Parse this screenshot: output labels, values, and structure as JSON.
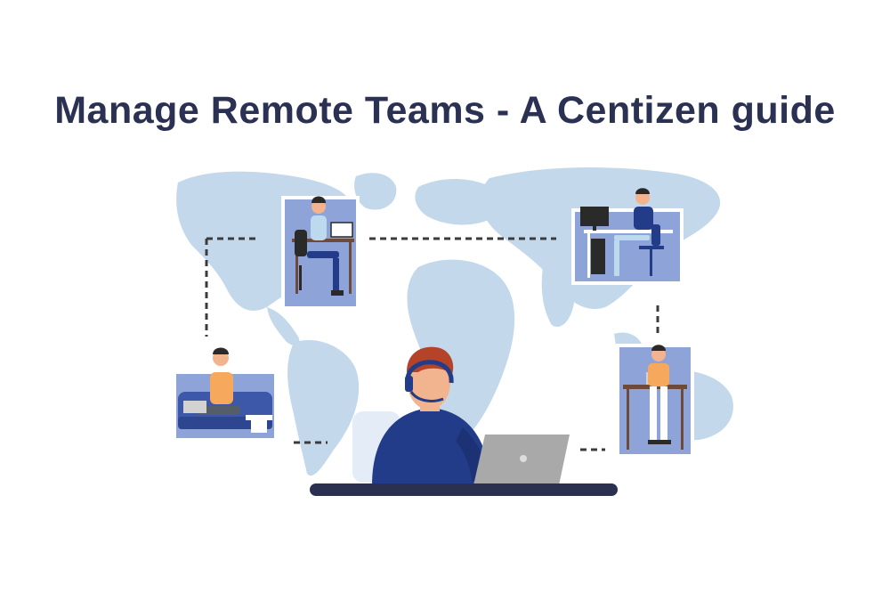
{
  "title": "Manage Remote Teams - A Centizen guide",
  "colors": {
    "title": "#2a3152",
    "map": "#c4d8ec",
    "panel": "#8ea4d8",
    "panel_border": "#ffffff",
    "connector": "#3b3b3b",
    "desk": "#2b3050",
    "shirt_main": "#233c8a",
    "hair": "#b5432a",
    "skin": "#f2b48e",
    "laptop": "#a9a9a9"
  },
  "scenes": [
    "worker-at-desk",
    "worker-with-monitor",
    "worker-on-sofa",
    "worker-at-bar-stool",
    "central-agent-with-headset"
  ]
}
